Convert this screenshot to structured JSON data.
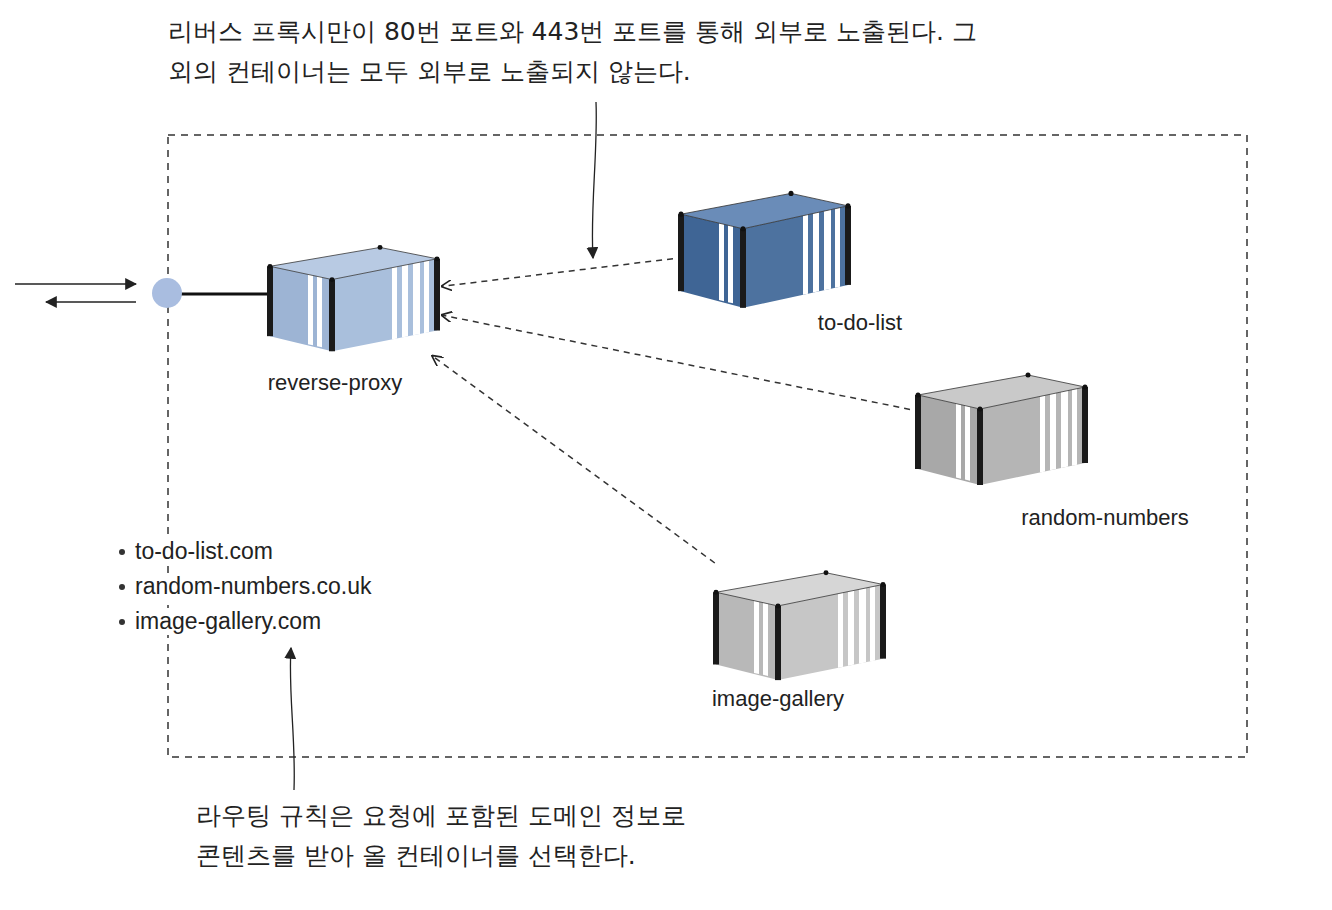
{
  "diagram": {
    "nodes": [
      {
        "text": [
          "reverse-proxy"
        ]
      },
      {
        "text": [
          "to-do-list"
        ]
      },
      {
        "text": [
          "random-numbers"
        ]
      },
      {
        "text": [
          "image-gallery"
        ]
      }
    ],
    "edges": [
      {
        "from": 1,
        "to": 0,
        "arrow": "to"
      },
      {
        "from": 2,
        "to": 0,
        "arrow": "to"
      },
      {
        "from": 3,
        "to": 0,
        "arrow": "to"
      }
    ],
    "labels": [
      "리버스 프록시만이 80번 포트와 443번 포트를 통해 외부로 노출된다. 그 외의 컨테이너는 모두 외부로 노출되지 않는다.",
      "to-do-list.com",
      "random-numbers.co.uk",
      "image-gallery.com",
      "라우팅 규칙은 요청에 포함된 도메인 정보로 콘텐츠를 받아 올 컨테이너를 선택한다."
    ]
  }
}
